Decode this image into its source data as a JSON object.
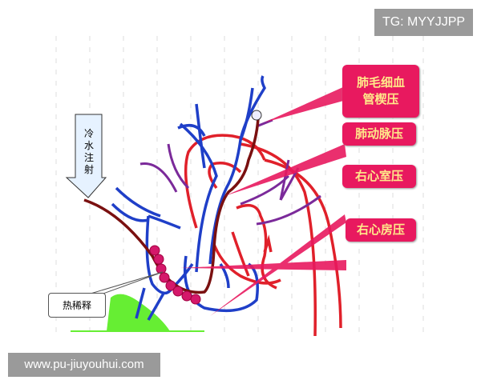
{
  "labels": {
    "wedge": "肺毛细血管楔压",
    "wedge_line1": "肺毛细血",
    "wedge_line2": "管楔压",
    "pa": "肺动脉压",
    "rv": "右心室压",
    "ra": "右心房压"
  },
  "arrow_label": "冷水注射",
  "arrow_chars": [
    "冷",
    "水",
    "注",
    "射"
  ],
  "thermo_label": "热稀释",
  "watermark_top": "TG: MYYJJPP",
  "watermark_bottom": "www.pu-jiuyouhui.com",
  "colors": {
    "vein": "#1f3fc8",
    "artery": "#e0202a",
    "catheter": "#7a1010",
    "label_bg": "#e8195f",
    "label_text": "#ffe98a",
    "curve": "#66ee33"
  }
}
